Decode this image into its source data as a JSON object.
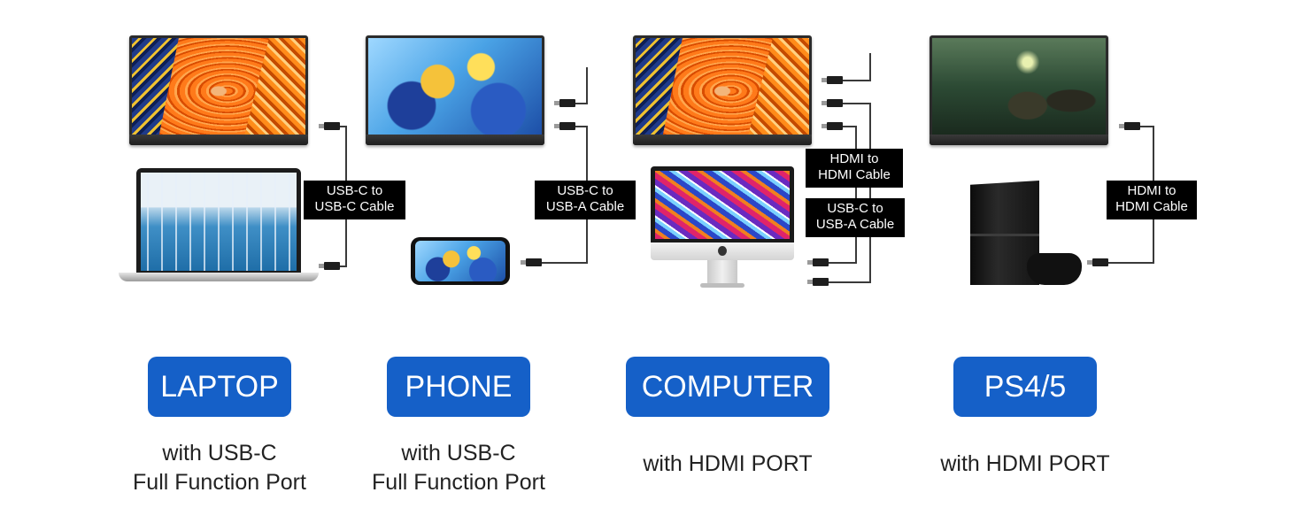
{
  "colors": {
    "badge_blue": "#1560c8",
    "label_bg": "#000000",
    "cable": "#3a3a3a"
  },
  "cables": {
    "laptop": "USB-C to\nUSB-C Cable",
    "phone": "USB-C to\nUSB-A Cable",
    "computer_hdmi": "HDMI to\nHDMI Cable",
    "computer_usb": "USB-C to\nUSB-A Cable",
    "ps": "HDMI to\nHDMI Cable"
  },
  "devices": [
    {
      "title": "LAPTOP",
      "caption": "with USB-C\nFull Function Port",
      "icon": "laptop-icon"
    },
    {
      "title": "PHONE",
      "caption": "with USB-C\nFull Function Port",
      "icon": "phone-icon"
    },
    {
      "title": "COMPUTER",
      "caption": "with HDMI PORT",
      "icon": "imac-icon"
    },
    {
      "title": "PS4/5",
      "caption": "with HDMI PORT",
      "icon": "ps4-icon"
    }
  ]
}
